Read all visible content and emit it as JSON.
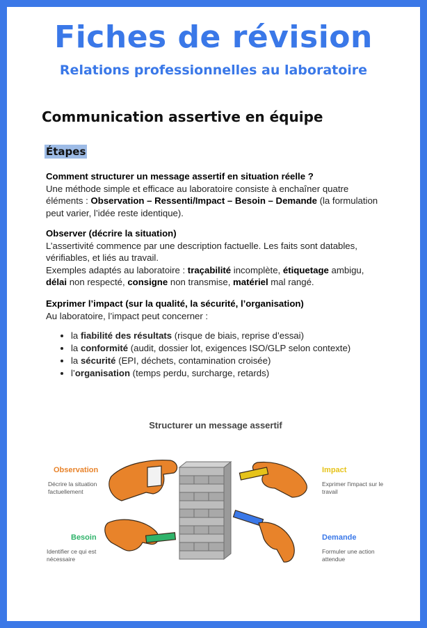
{
  "header": {
    "title": "Fiches de révision",
    "subtitle": "Relations professionnelles au laboratoire"
  },
  "section": {
    "title": "Communication assertive en équipe",
    "highlight": "Étapes"
  },
  "intro": {
    "question": "Comment structurer un message assertif en situation réelle ?",
    "text1": "Une méthode simple et efficace au laboratoire consiste à enchaîner quatre éléments : ",
    "steps": "Observation – Ressenti/Impact – Besoin – Demande",
    "text2": " (la formulation peut varier, l’idée reste identique)."
  },
  "observer": {
    "heading": "Observer (décrire la situation)",
    "text": "L’assertivité commence par une description factuelle. Les faits sont datables, vérifiables, et liés au travail.",
    "examples_prefix": "Exemples adaptés au laboratoire : ",
    "ex1": "traçabilité",
    "ex1_rest": " incomplète, ",
    "ex2": "étiquetage",
    "ex2_rest": " ambigu, ",
    "ex3": "délai",
    "ex3_rest": " non respecté, ",
    "ex4": "consigne",
    "ex4_rest": " non transmise, ",
    "ex5": "matériel",
    "ex5_rest": " mal rangé."
  },
  "impact": {
    "heading": "Exprimer l’impact (sur la qualité, la sécurité, l’organisation)",
    "text": "Au laboratoire, l’impact peut concerner :",
    "bullets": [
      {
        "prefix": "la ",
        "bold": "fiabilité des résultats",
        "rest": " (risque de biais, reprise d’essai)"
      },
      {
        "prefix": "la ",
        "bold": "conformité",
        "rest": " (audit, dossier lot, exigences ISO/GLP selon contexte)"
      },
      {
        "prefix": "la ",
        "bold": "sécurité",
        "rest": " (EPI, déchets, contamination croisée)"
      },
      {
        "prefix": "l’",
        "bold": "organisation",
        "rest": " (temps perdu, surcharge, retards)"
      }
    ]
  },
  "diagram": {
    "title": "Structurer un message assertif",
    "observation": {
      "label": "Observation",
      "desc1": "Décrire la situation",
      "desc2": "factuellement",
      "color": "#e8832a"
    },
    "impact": {
      "label": "Impact",
      "desc1": "Exprimer l'impact sur le",
      "desc2": "travail",
      "color": "#e6c31a"
    },
    "besoin": {
      "label": "Besoin",
      "desc1": "Identifier ce qui est",
      "desc2": "nécessaire",
      "color": "#2fb36a"
    },
    "demande": {
      "label": "Demande",
      "desc1": "Formuler une action",
      "desc2": "attendue",
      "color": "#3a78e8"
    }
  }
}
